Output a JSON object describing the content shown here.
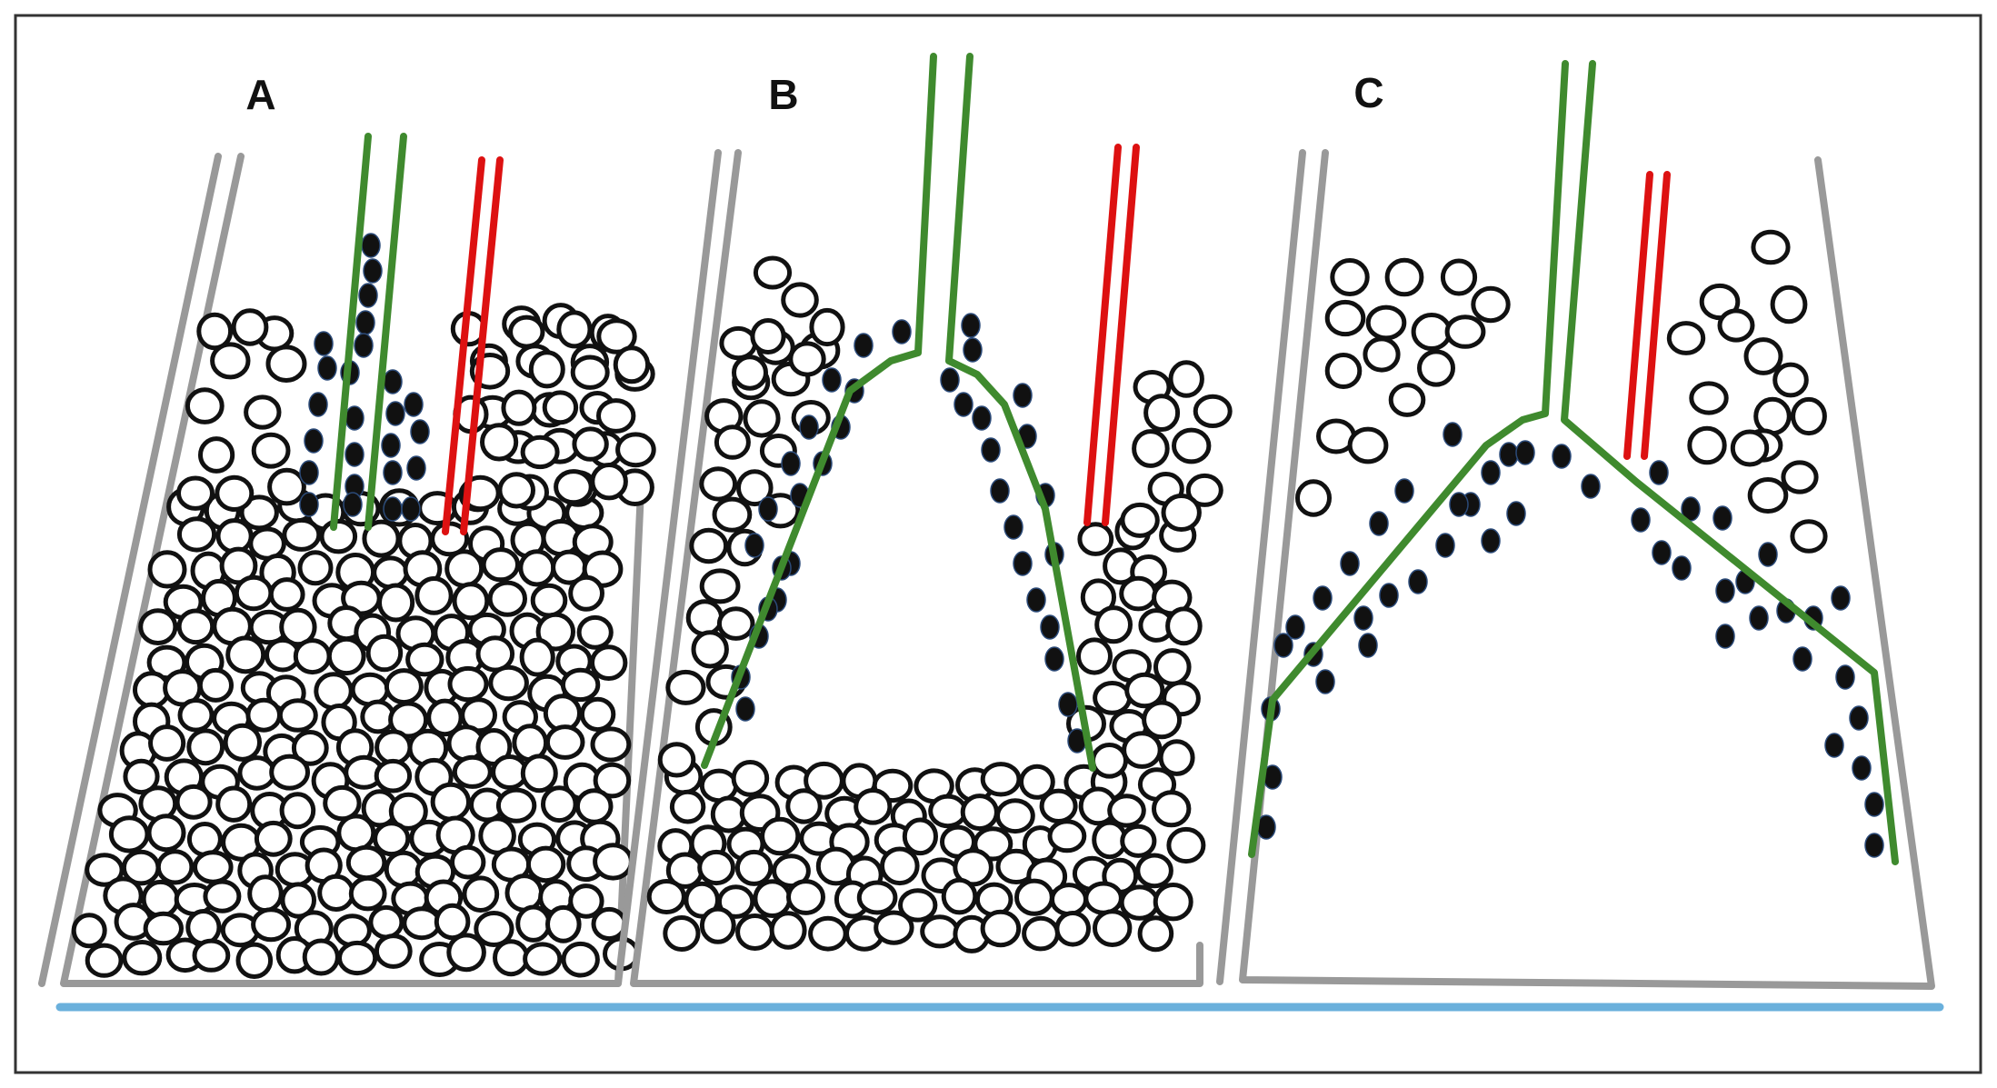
{
  "panels": [
    {
      "label": "A"
    },
    {
      "label": "B"
    },
    {
      "label": "C"
    }
  ],
  "colors": {
    "frame": "#333333",
    "wall": "#999999",
    "green_tube": "#3f8a2e",
    "red_tube": "#dd1111",
    "base_line": "#6ab0dc",
    "particle_open": "#111111",
    "particle_filled": "#111111"
  }
}
